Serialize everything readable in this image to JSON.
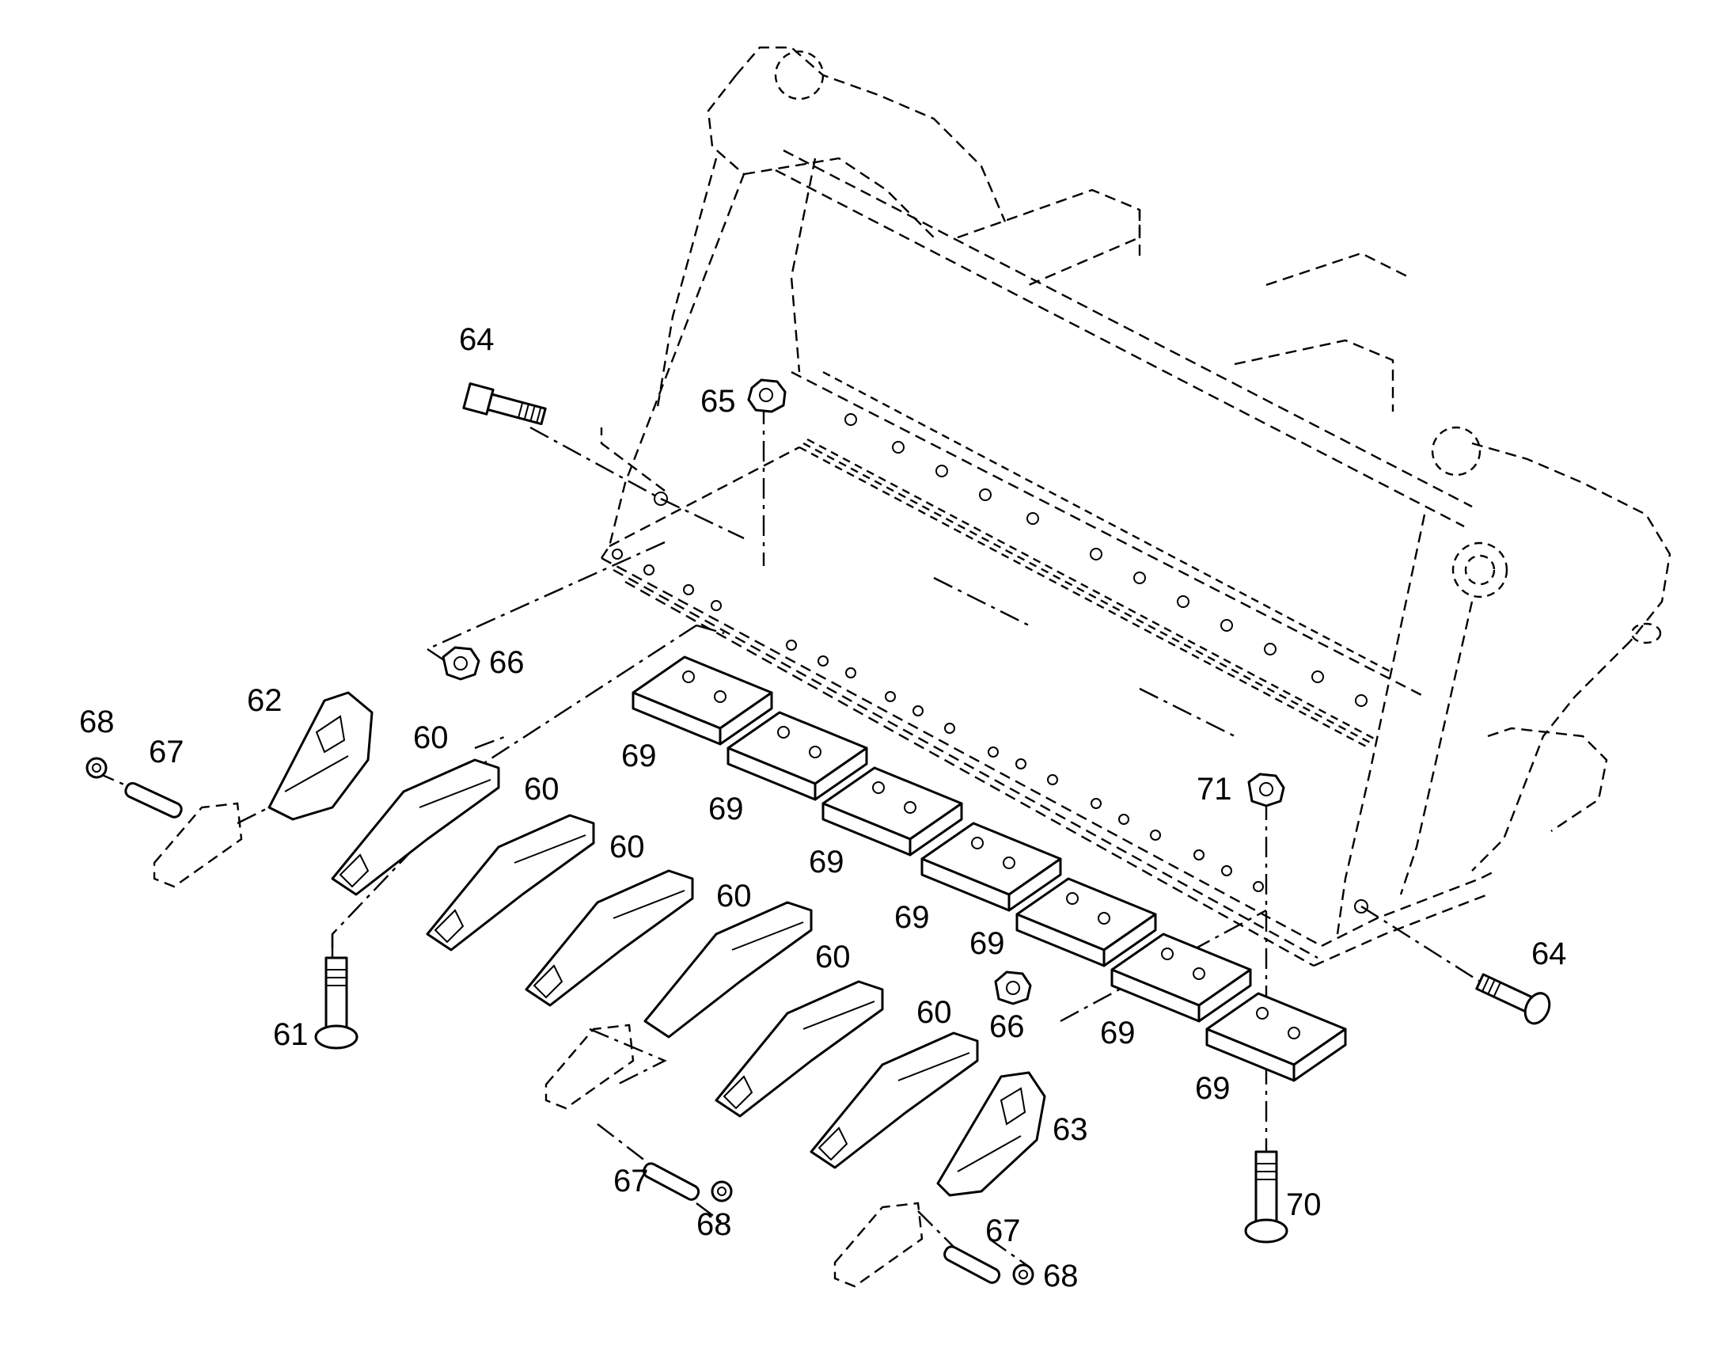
{
  "diagram": {
    "kind": "exploded-parts-view",
    "subject": "loader bucket cutting edge assembly",
    "callouts": [
      {
        "id": "c64a",
        "text": "64"
      },
      {
        "id": "c65",
        "text": "65"
      },
      {
        "id": "c66a",
        "text": "66"
      },
      {
        "id": "c62",
        "text": "62"
      },
      {
        "id": "c68a",
        "text": "68"
      },
      {
        "id": "c67a",
        "text": "67"
      },
      {
        "id": "c60a",
        "text": "60"
      },
      {
        "id": "c60b",
        "text": "60"
      },
      {
        "id": "c60c",
        "text": "60"
      },
      {
        "id": "c60d",
        "text": "60"
      },
      {
        "id": "c60e",
        "text": "60"
      },
      {
        "id": "c60f",
        "text": "60"
      },
      {
        "id": "c69a",
        "text": "69"
      },
      {
        "id": "c69b",
        "text": "69"
      },
      {
        "id": "c69c",
        "text": "69"
      },
      {
        "id": "c69d",
        "text": "69"
      },
      {
        "id": "c69e",
        "text": "69"
      },
      {
        "id": "c69f",
        "text": "69"
      },
      {
        "id": "c69g",
        "text": "69"
      },
      {
        "id": "c71",
        "text": "71"
      },
      {
        "id": "c61",
        "text": "61"
      },
      {
        "id": "c66b",
        "text": "66"
      },
      {
        "id": "c64b",
        "text": "64"
      },
      {
        "id": "c63",
        "text": "63"
      },
      {
        "id": "c67b",
        "text": "67"
      },
      {
        "id": "c68b",
        "text": "68"
      },
      {
        "id": "c70",
        "text": "70"
      },
      {
        "id": "c67c",
        "text": "67"
      },
      {
        "id": "c68c",
        "text": "68"
      }
    ]
  }
}
